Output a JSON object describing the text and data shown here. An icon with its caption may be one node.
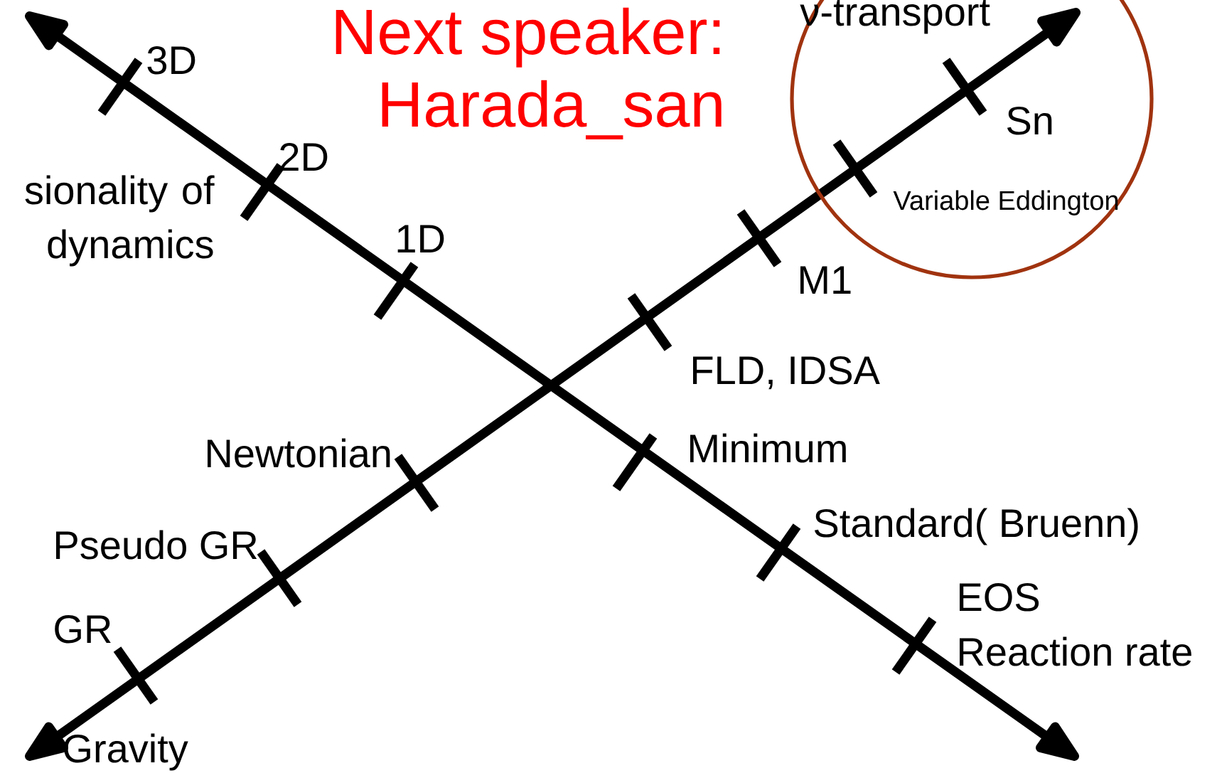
{
  "diagram": {
    "labels": [
      "Next speaker:",
      "Harada_san",
      "ν-transport",
      "3D",
      "2D",
      "sionality of dynamics",
      "1D",
      "Minimum",
      "Standard( Bruenn)",
      "EOS",
      "Reaction rate",
      "Newtonian",
      "Pseudo GR",
      "GR",
      "Gravity",
      "FLD, IDSA",
      "M1",
      "Variable Eddington",
      "Sn"
    ]
  }
}
